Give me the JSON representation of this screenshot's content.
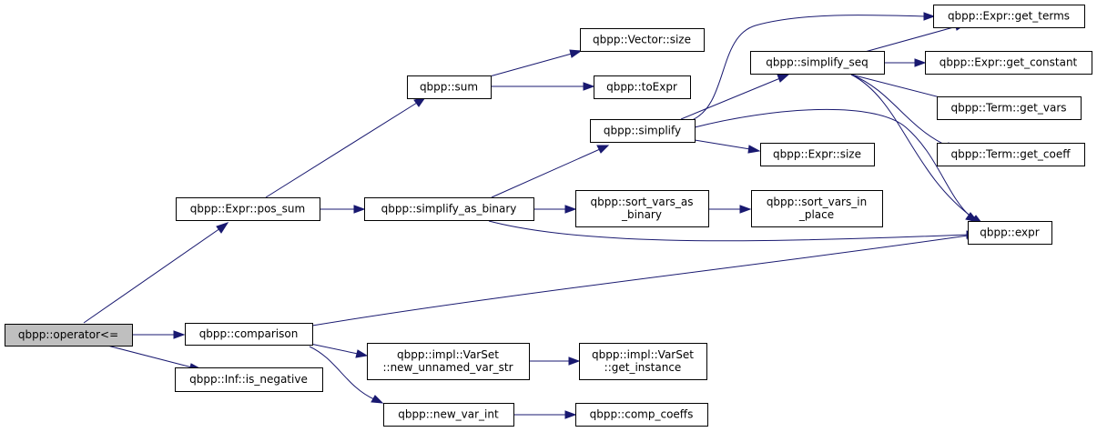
{
  "graph": {
    "colors": {
      "edge": "#191970",
      "node_border": "#000000",
      "node_fill": "#ffffff",
      "root_fill": "#bfbfbf"
    },
    "nodes": {
      "operator_le": [
        "qbpp::operator<="
      ],
      "comparison": [
        "qbpp::comparison"
      ],
      "inf_is_negative": [
        "qbpp::Inf::is_negative"
      ],
      "expr_pos_sum": [
        "qbpp::Expr::pos_sum"
      ],
      "sum": [
        "qbpp::sum"
      ],
      "simplify_as_binary": [
        "qbpp::simplify_as_binary"
      ],
      "vector_size": [
        "qbpp::Vector::size"
      ],
      "to_expr": [
        "qbpp::toExpr"
      ],
      "simplify": [
        "qbpp::simplify"
      ],
      "sort_vars_as_binary": [
        "qbpp::sort_vars_as",
        "_binary"
      ],
      "sort_vars_in_place": [
        "qbpp::sort_vars_in",
        "_place"
      ],
      "simplify_seq": [
        "qbpp::simplify_seq"
      ],
      "expr_size": [
        "qbpp::Expr::size"
      ],
      "expr_get_terms": [
        "qbpp::Expr::get_terms"
      ],
      "expr_get_constant": [
        "qbpp::Expr::get_constant"
      ],
      "term_get_vars": [
        "qbpp::Term::get_vars"
      ],
      "term_get_coeff": [
        "qbpp::Term::get_coeff"
      ],
      "expr": [
        "qbpp::expr"
      ],
      "varset_new_unnamed": [
        "qbpp::impl::VarSet",
        "::new_unnamed_var_str"
      ],
      "varset_get_instance": [
        "qbpp::impl::VarSet",
        "::get_instance"
      ],
      "new_var_int": [
        "qbpp::new_var_int"
      ],
      "comp_coeffs": [
        "qbpp::comp_coeffs"
      ]
    }
  }
}
